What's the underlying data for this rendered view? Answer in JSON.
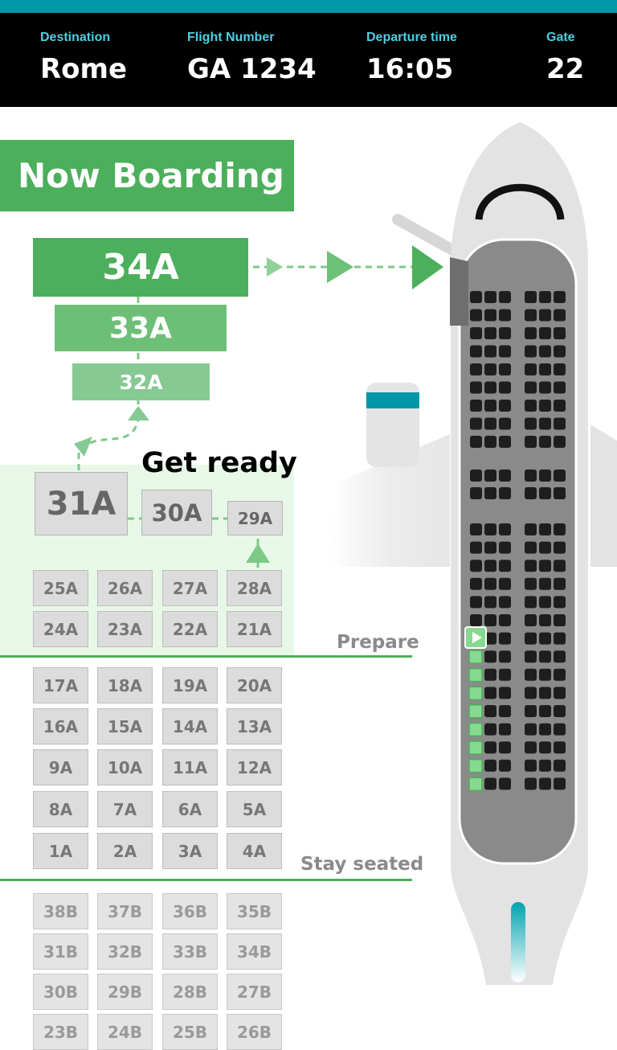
{
  "header": {
    "destination_label": "Destination",
    "destination": "Rome",
    "flight_label": "Flight Number",
    "flight": "GA 1234",
    "departure_label": "Departure time",
    "departure": "16:05",
    "gate_label": "Gate",
    "gate": "22"
  },
  "status": {
    "now_boarding": "Now Boarding",
    "get_ready": "Get ready",
    "prepare": "Prepare",
    "stay_seated": "Stay seated"
  },
  "boarding_seats": [
    "34A",
    "33A",
    "32A"
  ],
  "ready_seats": [
    "31A",
    "30A",
    "29A"
  ],
  "prepare_rows": [
    [
      "25A",
      "26A",
      "27A",
      "28A"
    ],
    [
      "24A",
      "23A",
      "22A",
      "21A"
    ]
  ],
  "seated_rows": [
    [
      "17A",
      "18A",
      "19A",
      "20A"
    ],
    [
      "16A",
      "15A",
      "14A",
      "13A"
    ],
    [
      "9A",
      "10A",
      "11A",
      "12A"
    ],
    [
      "8A",
      "7A",
      "6A",
      "5A"
    ],
    [
      "1A",
      "2A",
      "3A",
      "4A"
    ]
  ],
  "b_rows": [
    [
      "38B",
      "37B",
      "36B",
      "35B"
    ],
    [
      "31B",
      "32B",
      "33B",
      "34B"
    ],
    [
      "30B",
      "29B",
      "28B",
      "27B"
    ],
    [
      "23B",
      "24B",
      "25B",
      "26B"
    ]
  ],
  "colors": {
    "accent_teal": "#0097a7",
    "label_cyan": "#4dd0e1",
    "boarding_green": "#4caf5b",
    "ready_bg": "#e8f8e8"
  },
  "icons": [
    "arrow-right-icon",
    "arrow-up-icon",
    "play-icon",
    "airplane-icon"
  ]
}
